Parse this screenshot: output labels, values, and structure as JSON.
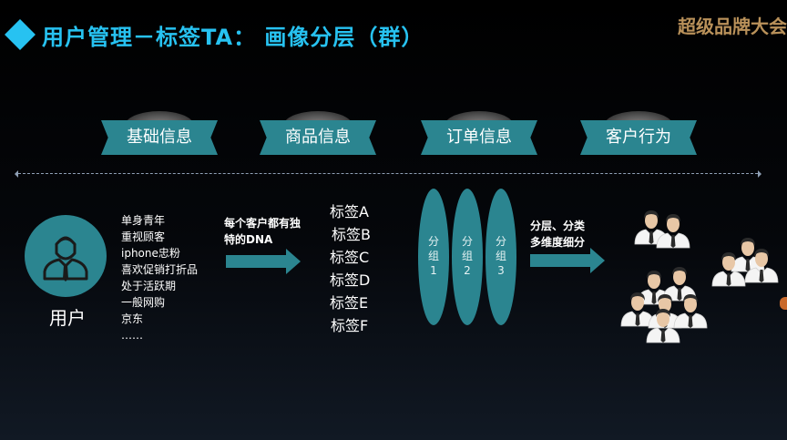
{
  "header": {
    "title": "用户管理－标签TA： 画像分层（群）",
    "brand": "超级品牌大会"
  },
  "categories": [
    "基础信息",
    "商品信息",
    "订单信息",
    "客户行为"
  ],
  "user": {
    "label": "用户"
  },
  "attributes": [
    "单身青年",
    "重视顾客",
    "iphone忠粉",
    "喜欢促销打折品",
    "处于活跃期",
    "一般网购",
    "京东",
    "……"
  ],
  "caption_left": [
    "每个客户都有独",
    "特的DNA"
  ],
  "tags": [
    "标签A",
    "标签B",
    "标签C",
    "标签D",
    "标签E",
    "标签F"
  ],
  "groups": [
    {
      "chars": [
        "分",
        "组",
        "1"
      ]
    },
    {
      "chars": [
        "分",
        "组",
        "2"
      ]
    },
    {
      "chars": [
        "分",
        "组",
        "3"
      ]
    }
  ],
  "caption_right": [
    "分层、分类",
    "多维度细分"
  ],
  "colors": {
    "accent": "#27c2f1",
    "teal": "#2b8590",
    "brand_gold": "#b9915a"
  }
}
